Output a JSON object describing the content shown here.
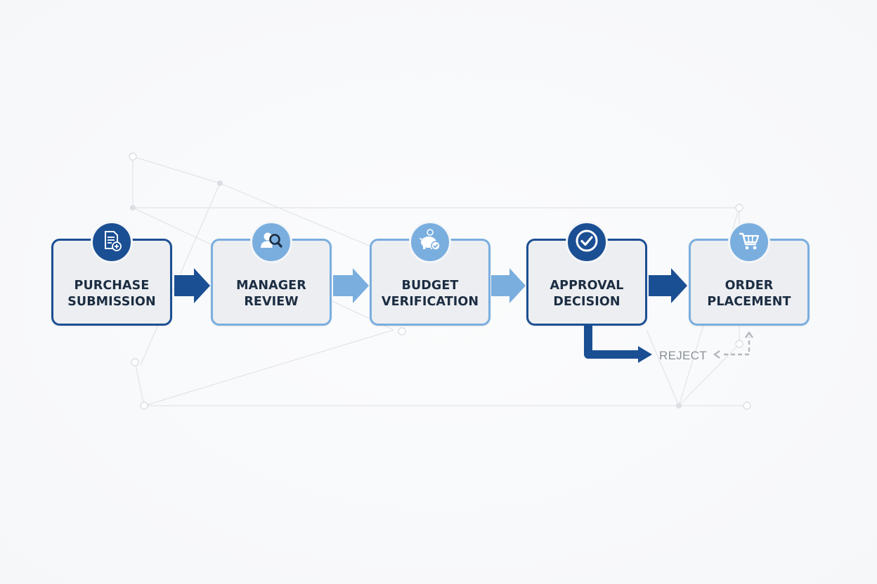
{
  "steps": [
    {
      "id": "purchase-submission",
      "line1": "PURCHASE",
      "line2": "SUBMISSION",
      "icon": "document-add-icon",
      "style": "dark"
    },
    {
      "id": "manager-review",
      "line1": "MANAGER",
      "line2": "REVIEW",
      "icon": "person-search-icon",
      "style": "light"
    },
    {
      "id": "budget-verification",
      "line1": "BUDGET",
      "line2": "VERIFICATION",
      "icon": "piggy-bank-check-icon",
      "style": "light"
    },
    {
      "id": "approval-decision",
      "line1": "APPROVAL",
      "line2": "DECISION",
      "icon": "checkmark-circle-icon",
      "style": "dark"
    },
    {
      "id": "order-placement",
      "line1": "ORDER",
      "line2": "PLACEMENT",
      "icon": "shopping-cart-icon",
      "style": "light"
    }
  ],
  "branch": {
    "reject_label": "REJECT"
  },
  "colors": {
    "dark": "#1b4f93",
    "light": "#7aaedf",
    "box_fill": "#eceef1",
    "text": "#1c2d42",
    "muted": "#8a9097",
    "network": "#dde1e6"
  }
}
